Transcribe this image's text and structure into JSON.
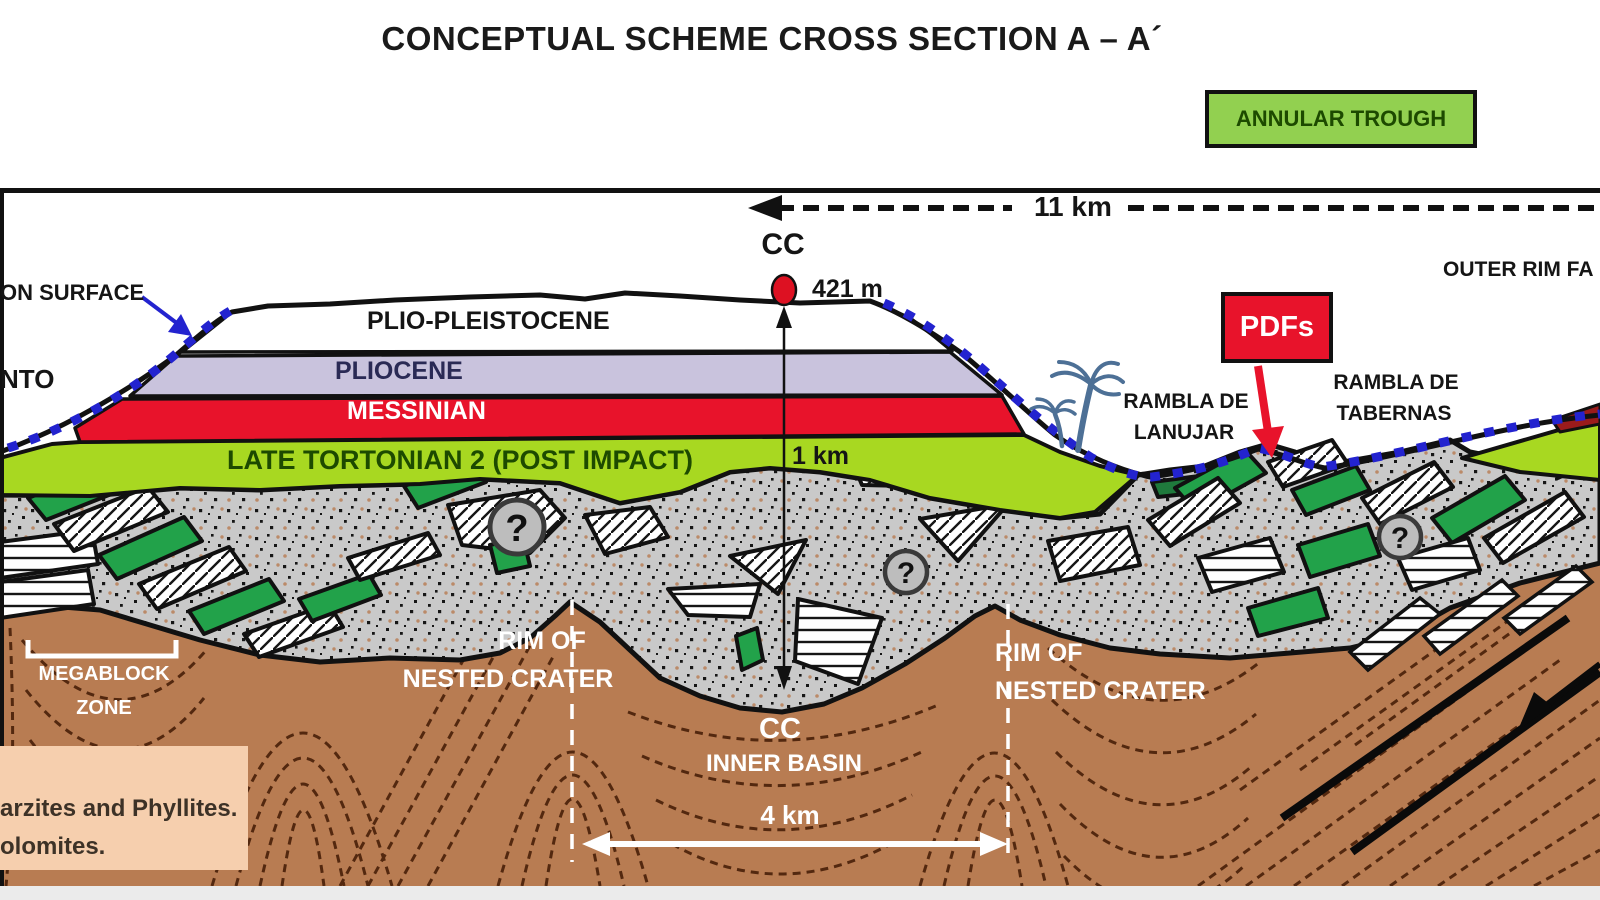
{
  "title": "CONCEPTUAL SCHEME CROSS SECTION A – A´",
  "annular_trough": "ANNULAR TROUGH",
  "measurements": {
    "span_11km": "11 km",
    "elevation_421m": "421 m",
    "depth_1km": "1 km",
    "span_4km": "4 km"
  },
  "markers": {
    "cc_top": "CC",
    "question_mark": "?"
  },
  "surface": {
    "erosion_surface": "ON SURFACE",
    "left_edge_truncated": "NTO",
    "outer_rim_fault": "OUTER RIM FA",
    "pdfs": "PDFs",
    "rambla_lanujar": [
      "RAMBLA DE",
      "LANUJAR"
    ],
    "rambla_tabernas": [
      "RAMBLA DE",
      "TABERNAS"
    ]
  },
  "layers": {
    "plio_pleistocene": "PLIO-PLEISTOCENE",
    "pliocene": "PLIOCENE",
    "messinian": "MESSINIAN",
    "late_tortonian": "LATE TORTONIAN 2 (POST IMPACT)"
  },
  "structures": {
    "megablock_zone": [
      "MEGABLOCK",
      "ZONE"
    ],
    "rim_left": [
      "RIM OF",
      "NESTED CRATER"
    ],
    "rim_right": [
      "RIM OF",
      "NESTED CRATER"
    ],
    "inner_basin": [
      "CC",
      "INNER BASIN"
    ]
  },
  "legend": {
    "line1": "arzites and Phyllites.",
    "line2": "olomites."
  },
  "colors": {
    "annular_trough_green": "#92d050",
    "late_tortonian_green": "#a8d821",
    "messinian_red": "#e8132b",
    "pliocene_lavender": "#c9c3dd",
    "breccia_gray": "#c9c9c9",
    "basement_brown": "#b87c52",
    "megablock_green": "#22a24a",
    "erosion_line_blue": "#2323cf",
    "legend_peach": "#f6cfae"
  }
}
